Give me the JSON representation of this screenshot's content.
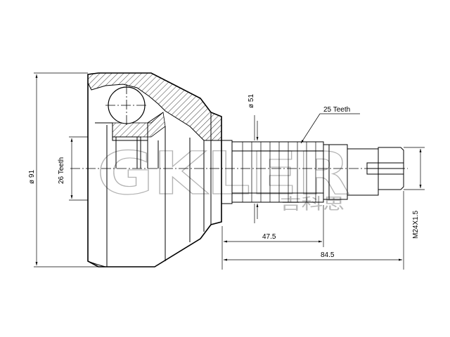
{
  "dimensions": {
    "outer_diameter": "ø 91",
    "housing_teeth": "26 Teeth",
    "flange_diameter": "ø 51",
    "shaft_teeth": "25 Teeth",
    "spline_length": "47.5",
    "total_length": "84.5",
    "thread": "M24X1.5"
  },
  "watermark": {
    "brand": "GKLER",
    "subtext": "吉科思"
  }
}
